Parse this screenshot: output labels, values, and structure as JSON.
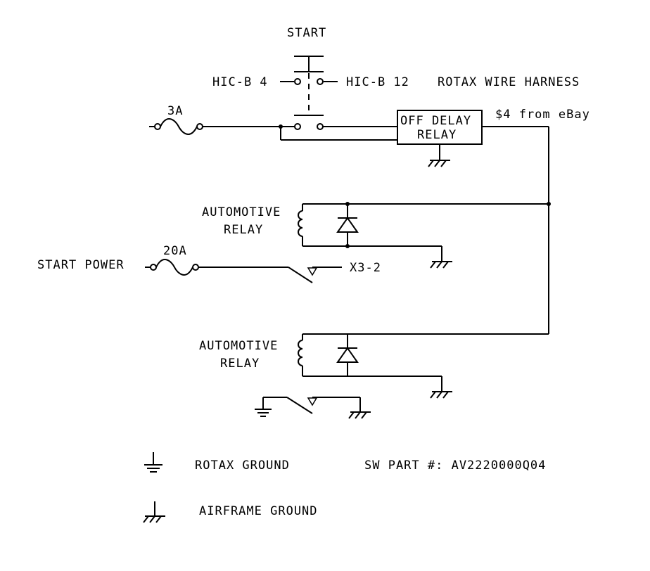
{
  "labels": {
    "start": "START",
    "hic_b4": "HIC-B 4",
    "hic_b12": "HIC-B 12",
    "rotax_harness": "ROTAX WIRE HARNESS",
    "fuse_3a": "3A",
    "off_delay_1": "OFF DELAY",
    "off_delay_2": "RELAY",
    "ebay": "$4 from eBay",
    "auto_relay1_1": "AUTOMOTIVE",
    "auto_relay1_2": "RELAY",
    "fuse_20a": "20A",
    "start_power": "START POWER",
    "x3_2": "X3-2",
    "auto_relay2_1": "AUTOMOTIVE",
    "auto_relay2_2": "RELAY"
  },
  "legend": {
    "rotax_ground": "ROTAX GROUND",
    "airframe_ground": "AIRFRAME GROUND",
    "sw_part": "SW PART #: AV2220000Q04"
  }
}
